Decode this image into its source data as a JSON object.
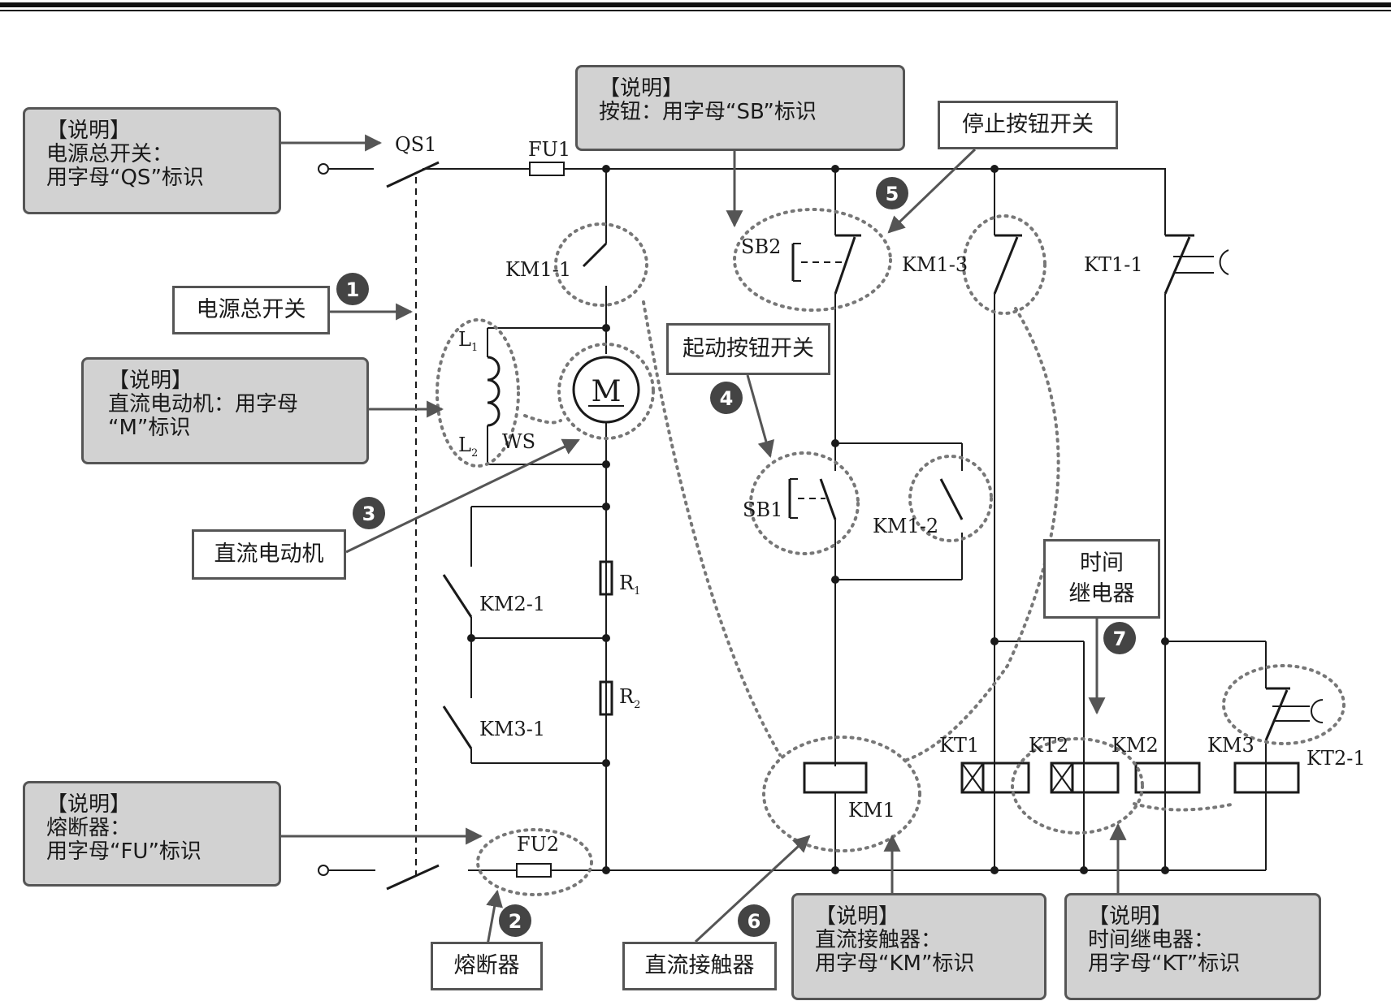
{
  "notes": {
    "qs": {
      "head": "【说明】",
      "line1": "电源总开关：",
      "line2": "用字母“QS”标识"
    },
    "sb": {
      "head": "【说明】",
      "line1": "按钮：用字母“SB”标识"
    },
    "m": {
      "head": "【说明】",
      "line1": "直流电动机：用字母",
      "line2": "“M”标识"
    },
    "fu": {
      "head": "【说明】",
      "line1": "熔断器：",
      "line2": "用字母“FU”标识"
    },
    "km": {
      "head": "【说明】",
      "line1": "直流接触器：",
      "line2": "用字母“KM”标识"
    },
    "kt": {
      "head": "【说明】",
      "line1": "时间继电器：",
      "line2": "用字母“KT”标识"
    }
  },
  "callouts": {
    "power_switch": "电源总开关",
    "stop_button": "停止按钮开关",
    "start_button": "起动按钮开关",
    "dc_motor": "直流电动机",
    "time_relay_1": "时间",
    "time_relay_2": "继电器",
    "fuse": "熔断器",
    "dc_contactor": "直流接触器"
  },
  "badges": [
    "1",
    "2",
    "3",
    "4",
    "5",
    "6",
    "7"
  ],
  "components": {
    "qs1": "QS1",
    "fu1": "FU1",
    "fu2": "FU2",
    "km1_1": "KM1-1",
    "sb2": "SB2",
    "km1_3": "KM1-3",
    "kt1_1": "KT1-1",
    "l1": "L",
    "l1_sub": "1",
    "l2": "L",
    "l2_sub": "2",
    "ws": "WS",
    "motor": "M",
    "sb1": "SB1",
    "km1_2": "KM1-2",
    "km2_1": "KM2-1",
    "km3_1": "KM3-1",
    "r1": "R",
    "r1_sub": "1",
    "r2": "R",
    "r2_sub": "2",
    "kt1": "KT1",
    "kt2": "KT2",
    "km2": "KM2",
    "km3": "KM3",
    "km1": "KM1",
    "kt2_1": "KT2-1"
  }
}
